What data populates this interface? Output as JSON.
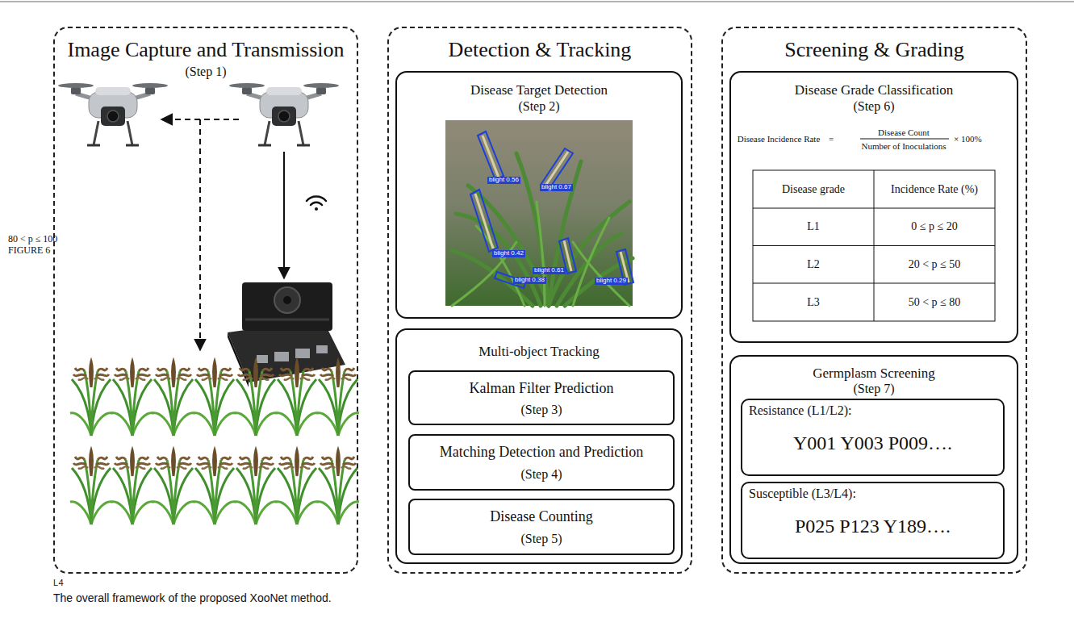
{
  "diagram": {
    "caption": "The overall framework of the proposed XooNet method.",
    "nodes": [
      {
        "text": [
          "Image Capture and Transmission",
          "(Step 1)"
        ]
      },
      {
        "text": [
          "Detection & Tracking"
        ]
      },
      {
        "text": [
          "Disease Target Detection",
          "(Step 2)"
        ],
        "in": 1
      },
      {
        "text": [
          "Multi-object Tracking"
        ],
        "in": 1
      },
      {
        "text": [
          "Kalman Filter Prediction",
          "(Step 3)"
        ],
        "in": 3
      },
      {
        "text": [
          "Matching Detection and Prediction",
          "(Step 4)"
        ],
        "in": 3
      },
      {
        "text": [
          "Disease Counting",
          "(Step 5)"
        ],
        "in": 3
      },
      {
        "text": [
          "Screening & Grading"
        ]
      },
      {
        "text": [
          "Disease Grade Classification",
          "(Step 6)"
        ],
        "in": 7
      },
      {
        "text": [
          "Germplasm Screening",
          "(Step 7)"
        ],
        "in": 7
      },
      {
        "text": [
          "Resistance (L1/L2):",
          "Y001 Y003 P009…."
        ],
        "in": 9
      },
      {
        "text": [
          "Susceptible (L3/L4):",
          "P025 P123 Y189…."
        ],
        "in": 9
      }
    ],
    "labels": [
      "blight 0.56",
      "blight 0.67",
      "blight 0.42",
      "blight 0.61",
      "blight 0.38",
      "blight 0.29",
      "Disease Incidence Rate",
      "=",
      "Disease Count",
      "Number of Inoculations",
      "× 100%",
      "Disease grade",
      "Incidence Rate (%)",
      "L1",
      "0 ≤ p ≤ 20",
      "L2",
      "20 < p ≤ 50",
      "L3",
      "50 < p ≤ 80",
      "L4",
      "80 < p ≤ 100",
      "FIGURE 6"
    ]
  }
}
